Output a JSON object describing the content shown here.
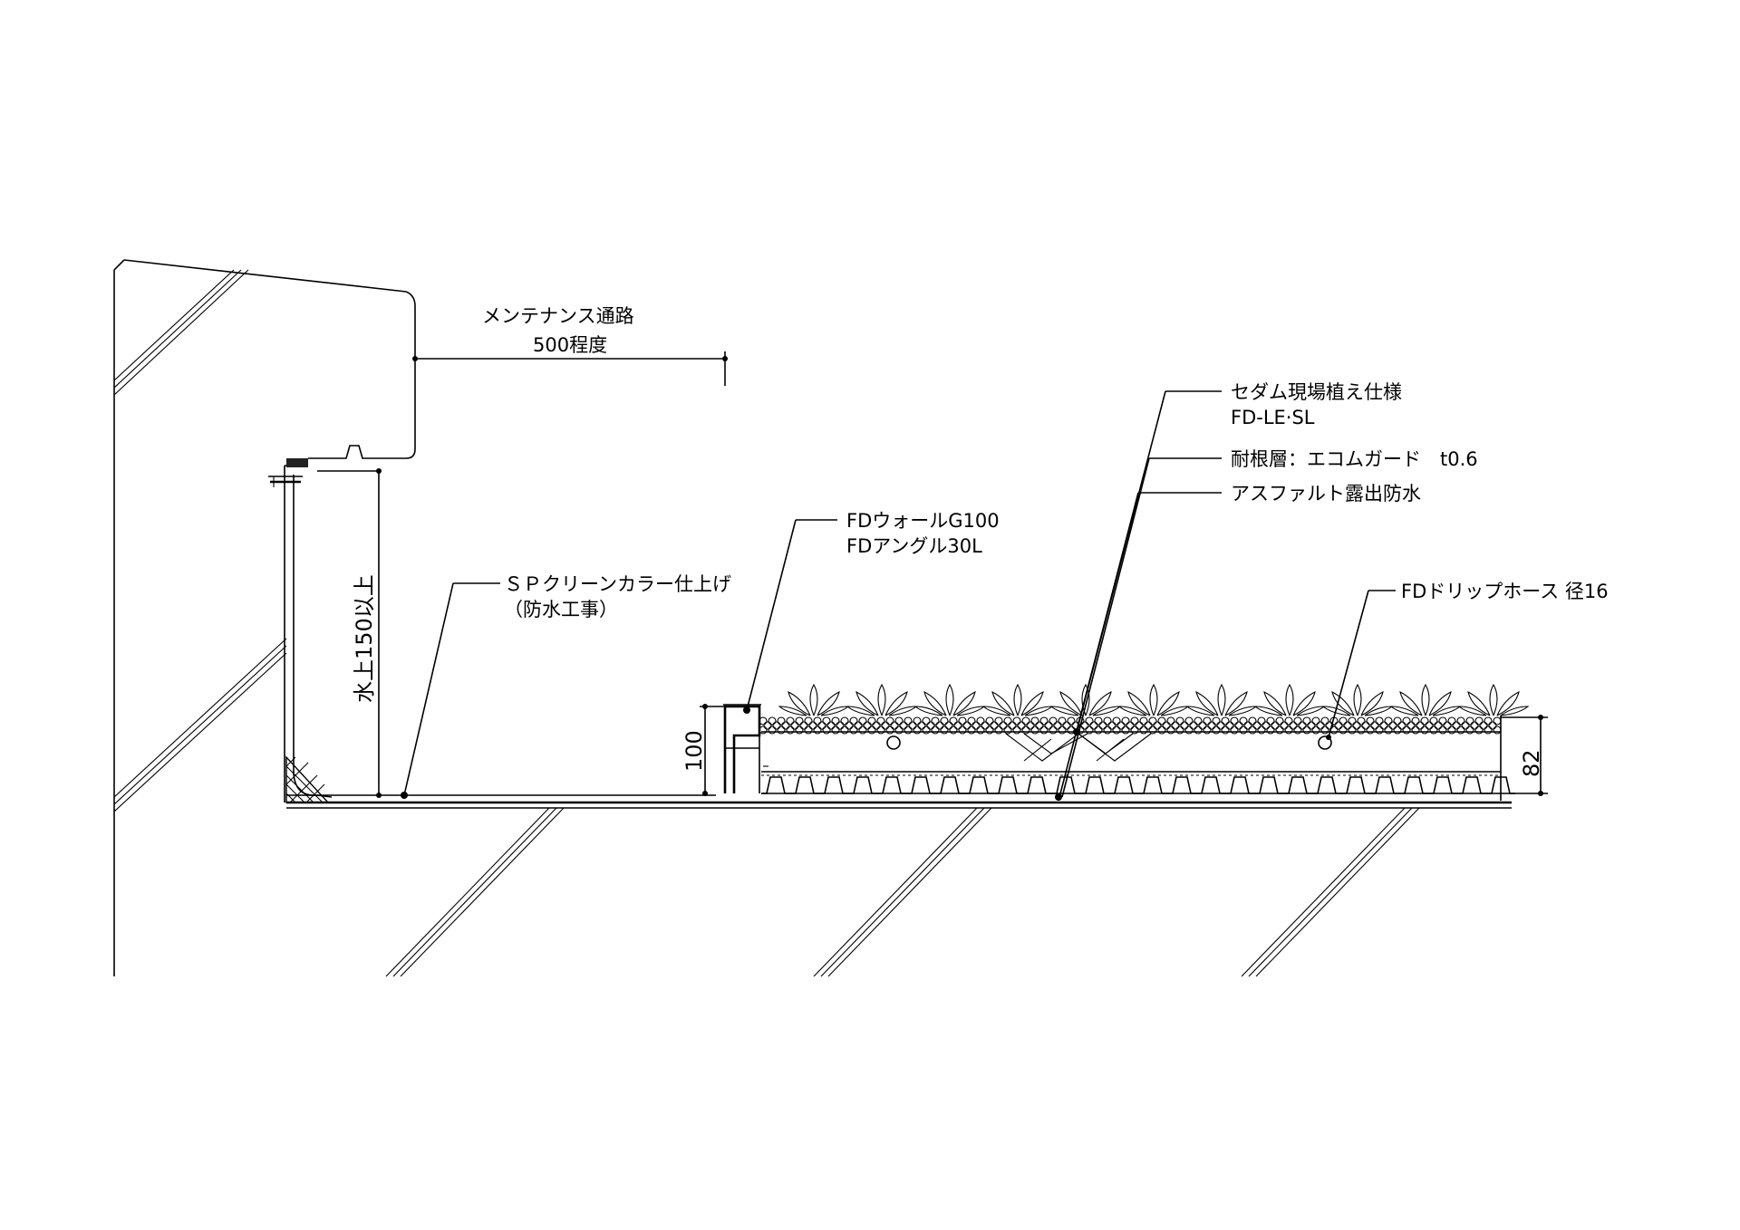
{
  "labels": {
    "maintenance_path": "メンテナンス通路",
    "maintenance_width": "500程度",
    "sedum_spec": "セダム現場植え仕様",
    "sedum_code": "FD-LE·SL",
    "root_barrier": "耐根層：エコムガード　t0.6",
    "asphalt": "アスファルト露出防水",
    "fd_wall": "FDウォールG100",
    "fd_angle": "FDアングル30L",
    "sp_clean": "ＳＰクリーンカラー仕上げ",
    "sp_clean_sub": "（防水工事）",
    "drip_hose": "FDドリップホース 径16",
    "water_height": "水上150以上",
    "dim_100": "100",
    "dim_82": "82"
  }
}
